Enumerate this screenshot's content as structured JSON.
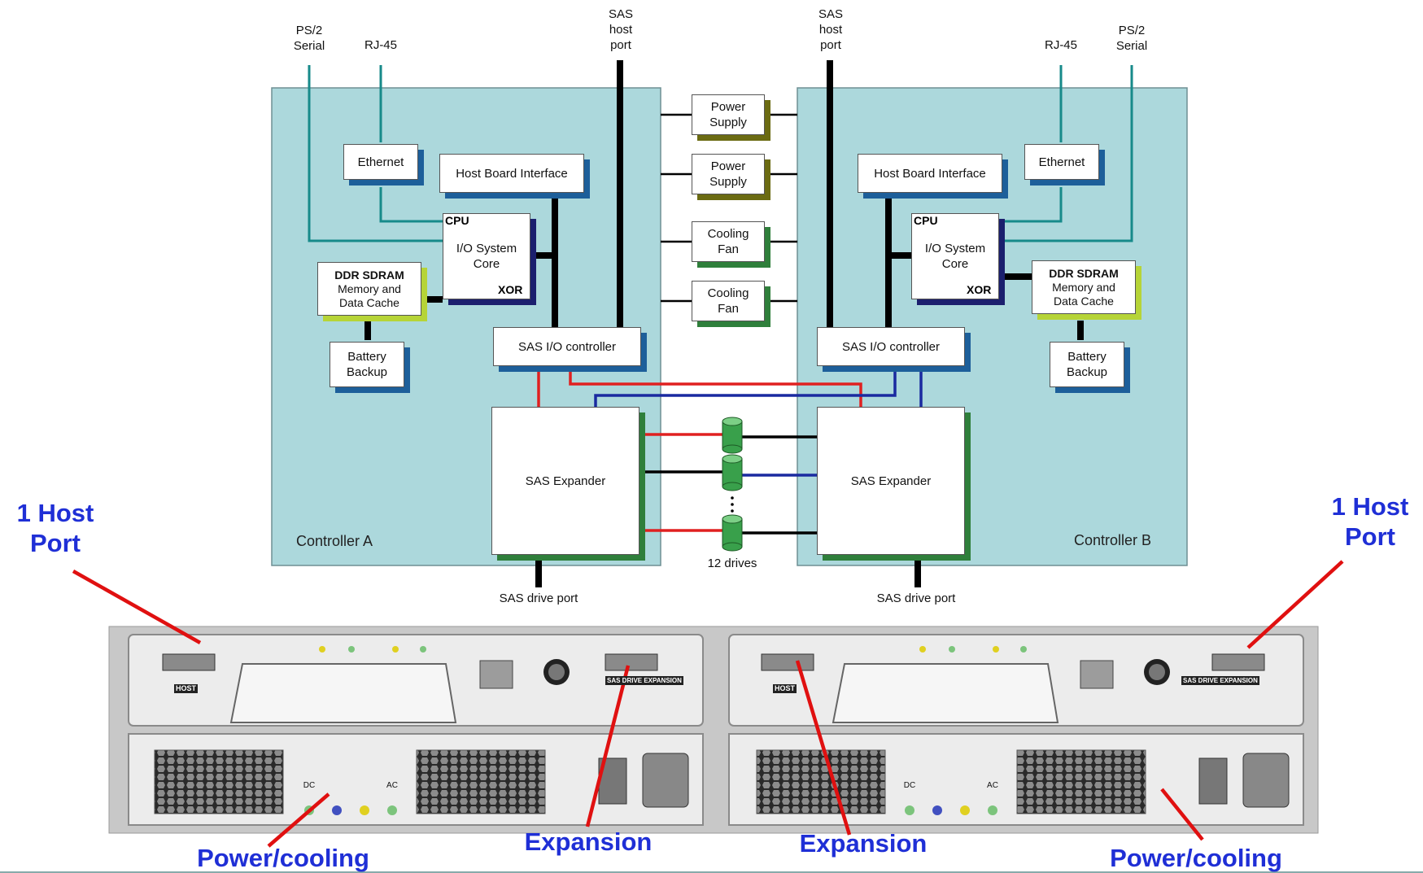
{
  "diagram": {
    "top_labels": {
      "ps2_serial_left": "PS/2\nSerial",
      "rj45_left": "RJ-45",
      "sas_host_port_left": "SAS\nhost\nport",
      "sas_host_port_right": "SAS\nhost\nport",
      "rj45_right": "RJ-45",
      "ps2_serial_right": "PS/2\nSerial"
    },
    "controller_a": {
      "name": "Controller A",
      "ethernet": "Ethernet",
      "host_board_interface": "Host Board Interface",
      "cpu_label": "CPU",
      "cpu_core": "I/O System\nCore",
      "xor": "XOR",
      "ddr_title": "DDR SDRAM",
      "ddr_sub": "Memory and\nData Cache",
      "battery": "Battery\nBackup",
      "sas_io": "SAS I/O controller",
      "expander": "SAS Expander",
      "drive_port": "SAS drive port"
    },
    "controller_b": {
      "name": "Controller B",
      "ethernet": "Ethernet",
      "host_board_interface": "Host Board Interface",
      "cpu_label": "CPU",
      "cpu_core": "I/O System\nCore",
      "xor": "XOR",
      "ddr_title": "DDR SDRAM",
      "ddr_sub": "Memory and\nData Cache",
      "battery": "Battery\nBackup",
      "sas_io": "SAS I/O controller",
      "expander": "SAS Expander",
      "drive_port": "SAS drive port"
    },
    "middle": {
      "power_supply_1": "Power\nSupply",
      "power_supply_2": "Power\nSupply",
      "cooling_fan_1": "Cooling\nFan",
      "cooling_fan_2": "Cooling\nFan",
      "drives_label": "12 drives"
    }
  },
  "callouts": {
    "host_port_left": "1 Host\nPort",
    "host_port_right": "1 Host\nPort",
    "power_cooling_left": "Power/cooling",
    "expansion_left": "Expansion",
    "expansion_right": "Expansion",
    "power_cooling_right": "Power/cooling"
  },
  "hardware_panel": {
    "host_tag": "HOST",
    "expansion_tag": "SAS DRIVE EXPANSION",
    "psu_indicators": [
      "DC",
      "AC"
    ]
  },
  "colors": {
    "controller_bg": "#acd8dc",
    "callout_text": "#1f2fd6",
    "callout_line": "#e01010",
    "red_link": "#e02020",
    "blue_link": "#1a2aa0",
    "teal_link": "#178a8a"
  }
}
